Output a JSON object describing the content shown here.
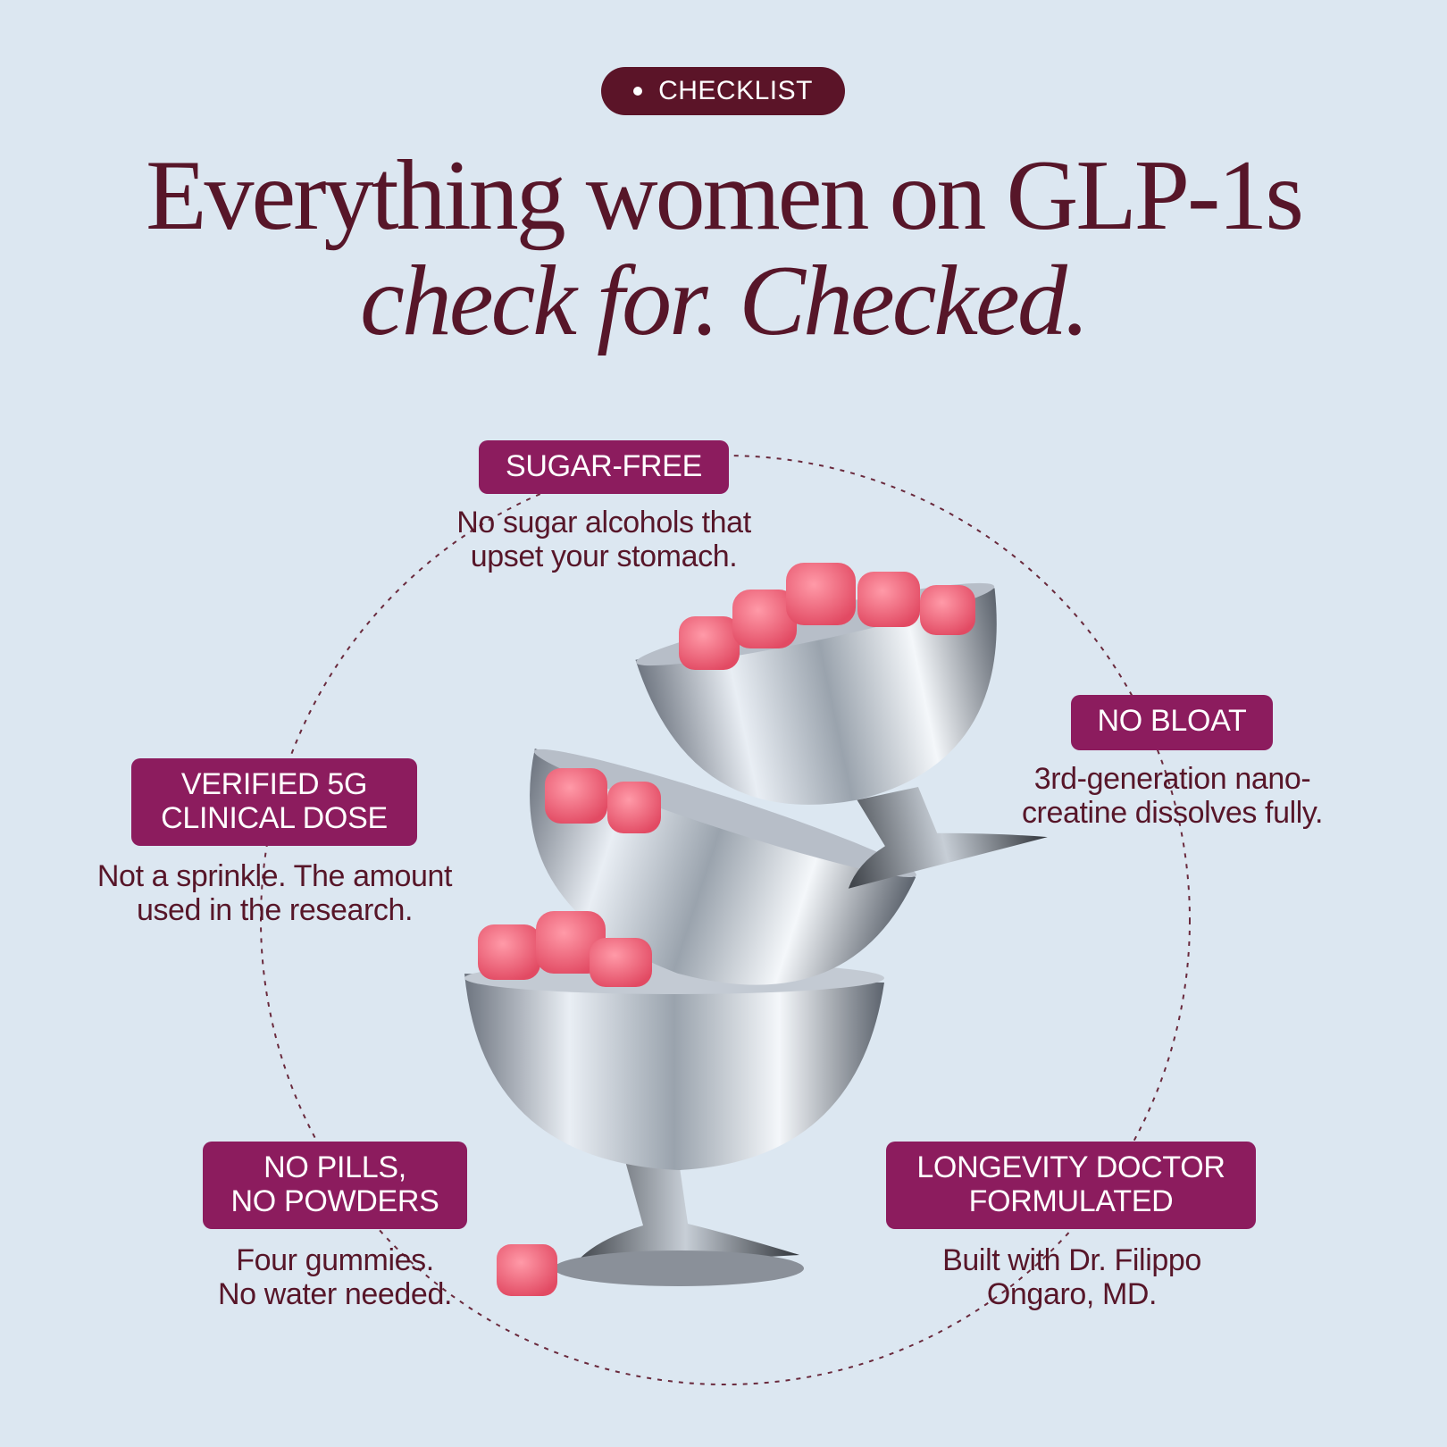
{
  "badge": {
    "label": "CHECKLIST"
  },
  "headline": {
    "line1": "Everything women on GLP-1s",
    "line2": "check for. Checked."
  },
  "features": {
    "sugar_free": {
      "label": "SUGAR-FREE",
      "desc": [
        "No sugar alcohols that",
        "upset your stomach."
      ]
    },
    "no_bloat": {
      "label": "NO BLOAT",
      "desc": [
        "3rd-generation nano-",
        "creatine dissolves fully."
      ]
    },
    "clinical_dose": {
      "label": [
        "VERIFIED 5G",
        "CLINICAL DOSE"
      ],
      "desc": [
        "Not a sprinkle. The amount",
        "used in the research."
      ]
    },
    "no_pills": {
      "label": [
        "NO PILLS,",
        "NO POWDERS"
      ],
      "desc": [
        "Four gummies.",
        "No water needed."
      ]
    },
    "doctor": {
      "label": [
        "LONGEVITY DOCTOR",
        "FORMULATED"
      ],
      "desc": [
        "Built with Dr. Filippo",
        "Ongaro, MD."
      ]
    }
  },
  "colors": {
    "background": "#dce7f1",
    "brand_dark": "#5b1428",
    "label_bg": "#8c1c5e",
    "text": "#571629"
  }
}
